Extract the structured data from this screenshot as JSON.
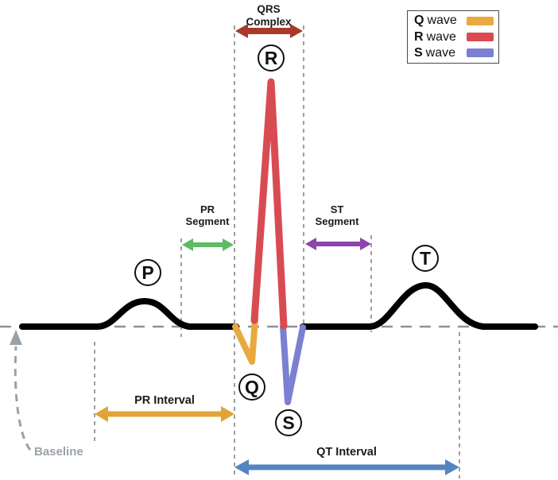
{
  "colors": {
    "trace": "#000000",
    "q_wave": "#E9A93F",
    "r_wave": "#D94B52",
    "s_wave": "#7B80D1",
    "qrs_arrow": "#A93A2B",
    "pr_segment_arrow": "#5DBB63",
    "st_segment_arrow": "#8E44AD",
    "pr_interval_arrow": "#E2A437",
    "qt_interval_arrow": "#5585C0",
    "guide_dash": "#9E9E9E",
    "baseline_dash": "#8A9298",
    "baseline_pointer": "#9AA2A8"
  },
  "annotations": {
    "qrs_complex": {
      "line1": "QRS",
      "line2": "Complex"
    },
    "pr_segment": {
      "line1": "PR",
      "line2": "Segment"
    },
    "st_segment": {
      "line1": "ST",
      "line2": "Segment"
    },
    "pr_interval": "PR Interval",
    "qt_interval": "QT Interval",
    "baseline": "Baseline"
  },
  "wave_labels": {
    "p": "P",
    "q": "Q",
    "r": "R",
    "s": "S",
    "t": "T"
  },
  "legend": {
    "items": [
      {
        "letter": "Q",
        "text": "wave",
        "color": "#E9A93F"
      },
      {
        "letter": "R",
        "text": "wave",
        "color": "#D94B52"
      },
      {
        "letter": "S",
        "text": "wave",
        "color": "#7B80D1"
      }
    ]
  }
}
